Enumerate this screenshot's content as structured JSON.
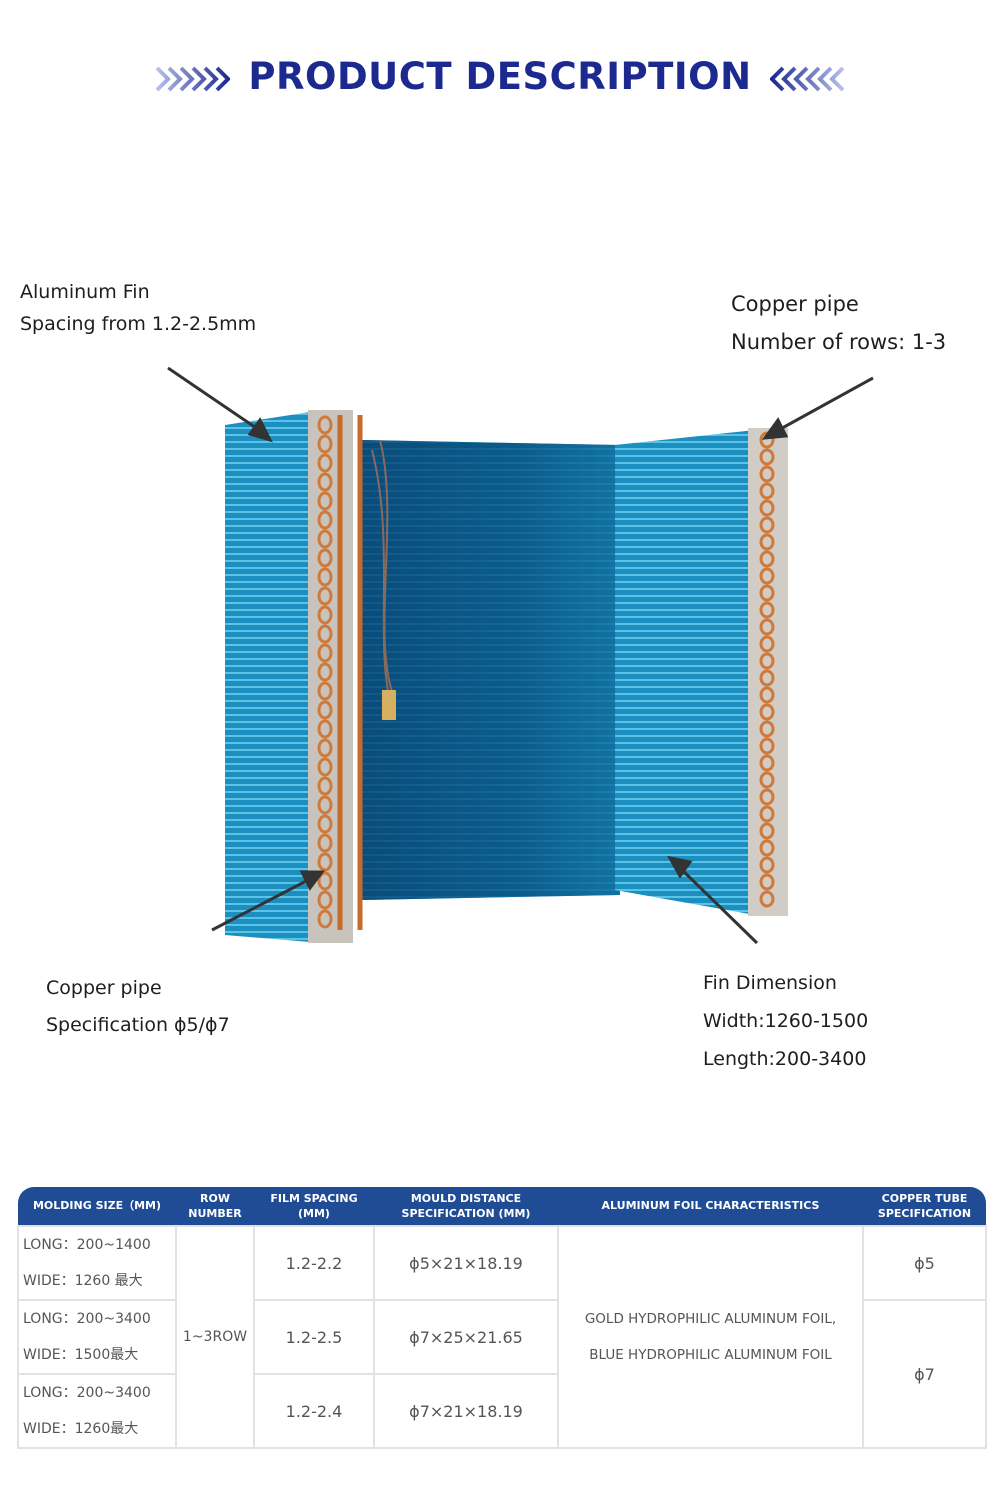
{
  "header": {
    "title": "PRODUCT DESCRIPTION",
    "left_icon": "double-chevron-right-icon",
    "right_icon": "double-chevron-left-icon",
    "accent": "#1c2a8f"
  },
  "annotations": {
    "fin": {
      "line1": "Aluminum Fin",
      "line2": "Spacing from 1.2-2.5mm"
    },
    "pipe_rows": {
      "line1": "Copper pipe",
      "line2": "Number of rows: 1-3"
    },
    "pipe_spec": {
      "line1": "Copper pipe",
      "line2": "Specification ϕ5/ϕ7"
    },
    "fin_dim": {
      "line1": "Fin Dimension",
      "line2": "Width:1260-1500",
      "line3": "Length:200-3400"
    }
  },
  "table": {
    "headers": [
      "MOLDING SIZE（MM)",
      "ROW NUMBER",
      "FILM SPACING (MM)",
      "MOULD DISTANCE SPECIFICATION (MM)",
      "ALUMINUM FOIL CHARACTERISTICS",
      "COPPER TUBE SPECIFICATION"
    ],
    "rows": [
      {
        "long": "LONG：200~1400",
        "wide": "WIDE：1260 最大",
        "spacing": "1.2-2.2",
        "mould": "ϕ5×21×18.19"
      },
      {
        "long": "LONG：200~3400",
        "wide": "WIDE：1500最大",
        "spacing": "1.2-2.5",
        "mould": "ϕ7×25×21.65"
      },
      {
        "long": "LONG：200~3400",
        "wide": "WIDE：1260最大",
        "spacing": "1.2-2.4",
        "mould": "ϕ7×21×18.19"
      }
    ],
    "row_number": "1~3ROW",
    "foil_line1": "GOLD HYDROPHILIC ALUMINUM FOIL,",
    "foil_line2": "BLUE HYDROPHILIC ALUMINUM FOIL",
    "tube": [
      "ϕ5",
      "ϕ7"
    ],
    "header_color": "#1f4c95"
  }
}
